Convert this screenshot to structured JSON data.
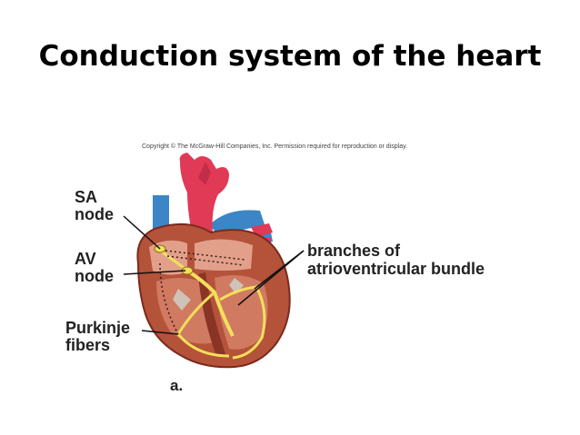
{
  "title": "Conduction system of the heart",
  "copyright": "Copyright © The McGraw-Hill Companies, Inc. Permission required for reproduction or display.",
  "labels": {
    "sa_line1": "SA",
    "sa_line2": "node",
    "av_line1": "AV",
    "av_line2": "node",
    "purkinje_line1": "Purkinje",
    "purkinje_line2": "fibers",
    "branches_line1": "branches of",
    "branches_line2": "atrioventricular bundle",
    "panel": "a."
  },
  "colors": {
    "myocardium": "#b5523a",
    "muscle_dark": "#7a2a1e",
    "aorta_red": "#e03a56",
    "vein_blue": "#3c86c8",
    "conduction_yellow": "#f2e05a",
    "chamber_inner": "#e2a08a"
  }
}
